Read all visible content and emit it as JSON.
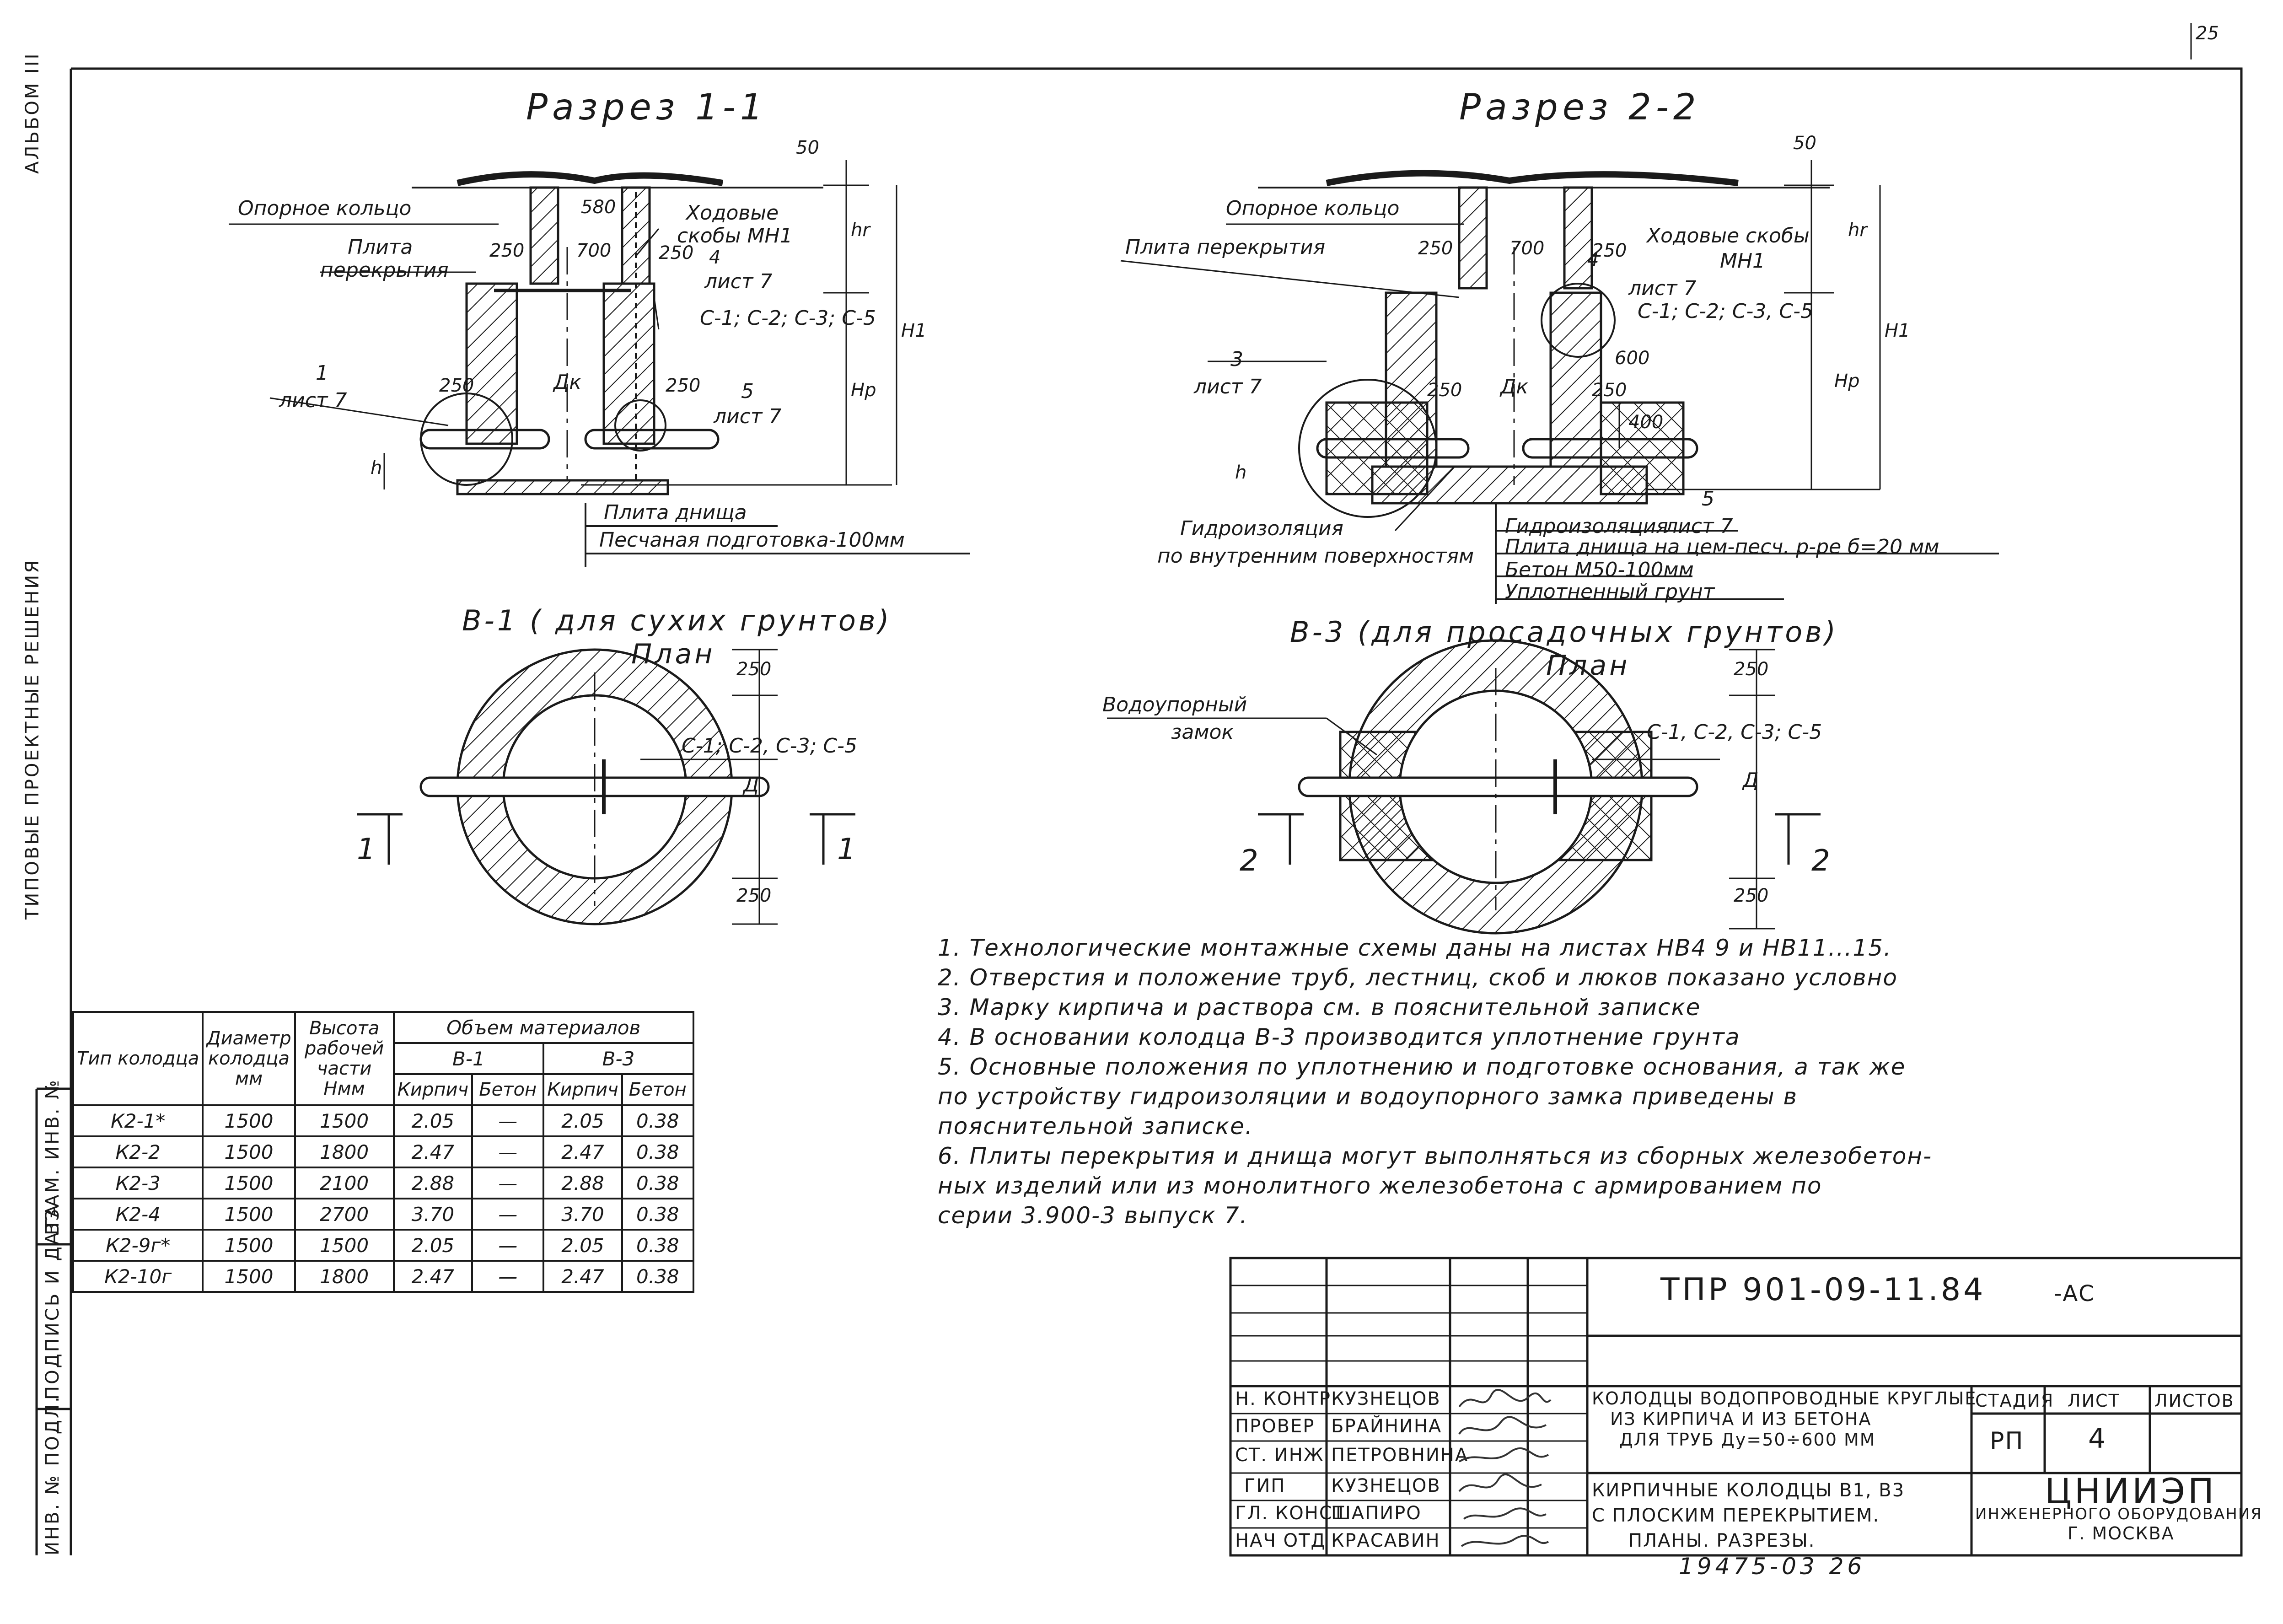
{
  "page_number_corner": "25",
  "side_labels": {
    "album": "АЛЬБОМ III",
    "series": "ТИПОВЫЕ  ПРОЕКТНЫЕ  РЕШЕНИЯ",
    "inv_no": "ИНВ. № ПОДЛ.",
    "sign_date": "ПОДПИСЬ И ДАТА",
    "vzam": "ВЗАМ. ИНВ. №"
  },
  "section1": {
    "title": "Разрез 1-1",
    "support_ring": "Опорное кольцо",
    "slab1": "Плита",
    "slab2": "перекрытия",
    "steps1": "Ходовые",
    "steps2": "скобы МН1",
    "steps_num": "4",
    "steps_sheet": "лист 7",
    "clips": "С-1; С-2; С-3; С-5",
    "ref1_num": "1",
    "ref1_sheet": "лист 7",
    "ref5_num": "5",
    "ref5_sheet": "лист 7",
    "dk": "Дк",
    "dim_580": "580",
    "dim_700": "700",
    "dim_250a": "250",
    "dim_250b": "250",
    "dim_250c": "250",
    "dim_250d": "250",
    "dim_50": "50",
    "dim_hr": "hr",
    "dim_H1": "H1",
    "dim_Hp": "Hр",
    "dim_h": "h",
    "bottom_slab": "Плита днища",
    "sand": "Песчаная подготовка-100мм"
  },
  "section2": {
    "title": "Разрез 2-2",
    "support_ring": "Опорное кольцо",
    "slab": "Плита перекрытия",
    "steps": "Ходовые скобы",
    "steps_mn": "МН1",
    "steps_num": "4",
    "steps_sheet": "лист 7",
    "clips": "С-1; С-2; С-3, С-5",
    "ref3_num": "3",
    "ref3_sheet": "лист 7",
    "ref5_num": "5",
    "dk": "Дк",
    "dim_250a": "250",
    "dim_700": "700",
    "dim_250b": "250",
    "dim_250c": "250",
    "dim_250d": "250",
    "dim_600": "600",
    "dim_400": "400",
    "dim_50": "50",
    "dim_hr": "hr",
    "dim_H1": "H1",
    "dim_Hp": "Hр",
    "dim_h": "h",
    "waterproof1": "Гидроизоляция",
    "waterproof2": "по внутренним поверхностям",
    "layer1": "Гидроизоляция",
    "layer1_sheet": "лист 7",
    "layer2": "Плита днища на цем-песч. р-ре  б=20 мм",
    "layer3": "Бетон М50-100мм",
    "layer4": "Уплотненный грунт"
  },
  "plan1": {
    "title": "В-1 ( для сухих грунтов)",
    "subtitle": "План",
    "clips": "С-1; С-2, С-3; С-5",
    "dim_250a": "250",
    "dim_250b": "250",
    "dim_D": "Д",
    "cut_left": "1",
    "cut_right": "1"
  },
  "plan3": {
    "title": "В-3 (для просадочных грунтов)",
    "subtitle": "План",
    "lock1": "Водоупорный",
    "lock2": "замок",
    "clips": "С-1, С-2, С-3; С-5",
    "dim_250a": "250",
    "dim_250b": "250",
    "dim_D": "Д",
    "cut_left": "2",
    "cut_right": "2"
  },
  "notes": [
    "1. Технологические монтажные схемы даны на листах НВ4  9 и НВ11...15.",
    "2. Отверстия и положение труб, лестниц, скоб и люков показано условно",
    "3. Марку кирпича и раствора см. в пояснительной записке",
    "4. В основании колодца В-3 производится уплотнение грунта",
    "5. Основные положения по уплотнению и подготовке основания, а так же",
    "    по устройству гидроизоляции и водоупорного замка приведены в",
    "    пояснительной записке.",
    "6. Плиты перекрытия и днища могут выполняться из сборных железобетон-",
    "    ных изделий или из монолитного железобетона с армированием по",
    "    серии 3.900-3 выпуск 7."
  ],
  "table": {
    "h_type": "Тип колодца",
    "h_diam": "Диаметр колодца мм",
    "h_height": "Высота рабочей части Нмм",
    "h_volume": "Объем материалов",
    "h_b1": "В-1",
    "h_b3": "В-3",
    "h_brick": "Кирпич",
    "h_concrete": "Бетон",
    "rows": [
      {
        "type": "К2-1*",
        "diam": "1500",
        "height": "1500",
        "b1_brick": "2.05",
        "b1_concrete": "—",
        "b3_brick": "2.05",
        "b3_concrete": "0.38"
      },
      {
        "type": "К2-2",
        "diam": "1500",
        "height": "1800",
        "b1_brick": "2.47",
        "b1_concrete": "—",
        "b3_brick": "2.47",
        "b3_concrete": "0.38"
      },
      {
        "type": "К2-3",
        "diam": "1500",
        "height": "2100",
        "b1_brick": "2.88",
        "b1_concrete": "—",
        "b3_brick": "2.88",
        "b3_concrete": "0.38"
      },
      {
        "type": "К2-4",
        "diam": "1500",
        "height": "2700",
        "b1_brick": "3.70",
        "b1_concrete": "—",
        "b3_brick": "3.70",
        "b3_concrete": "0.38"
      },
      {
        "type": "К2-9г*",
        "diam": "1500",
        "height": "1500",
        "b1_brick": "2.05",
        "b1_concrete": "—",
        "b3_brick": "2.05",
        "b3_concrete": "0.38"
      },
      {
        "type": "К2-10г",
        "diam": "1500",
        "height": "1800",
        "b1_brick": "2.47",
        "b1_concrete": "—",
        "b3_brick": "2.47",
        "b3_concrete": "0.38"
      }
    ]
  },
  "stamp": {
    "code": "ТПР 901-09-11.84",
    "suffix": "-АС",
    "roles": [
      "Н. КОНТР",
      "ПРОВЕР",
      "СТ. ИНЖ",
      "ГИП",
      "ГЛ. КОНСТ",
      "НАЧ ОТД"
    ],
    "names": [
      "КУЗНЕЦОВ",
      "БРАЙНИНА",
      "ПЕТРОВНИНА",
      "КУЗНЕЦОВ",
      "ШАПИРО",
      "КРАСАВИН"
    ],
    "object1": "КОЛОДЦЫ ВОДОПРОВОДНЫЕ КРУГЛЫЕ",
    "object2": "ИЗ КИРПИЧА И ИЗ БЕТОНА",
    "object3": "ДЛЯ ТРУБ Ду=50÷600 ММ",
    "sheet_title1": "КИРПИЧНЫЕ КОЛОДЦЫ В1, В3",
    "sheet_title2": "С ПЛОСКИМ ПЕРЕКРЫТИЕМ.",
    "sheet_title3": "ПЛАНЫ. РАЗРЕЗЫ.",
    "h_stage": "СТАДИЯ",
    "h_sheet": "ЛИСТ",
    "h_sheets": "ЛИСТОВ",
    "stage": "РП",
    "sheet": "4",
    "org1": "ЦНИИЭП",
    "org2": "ИНЖЕНЕРНОГО ОБОРУДОВАНИЯ",
    "org3": "Г. МОСКВА",
    "archive": "19475-03   26"
  }
}
